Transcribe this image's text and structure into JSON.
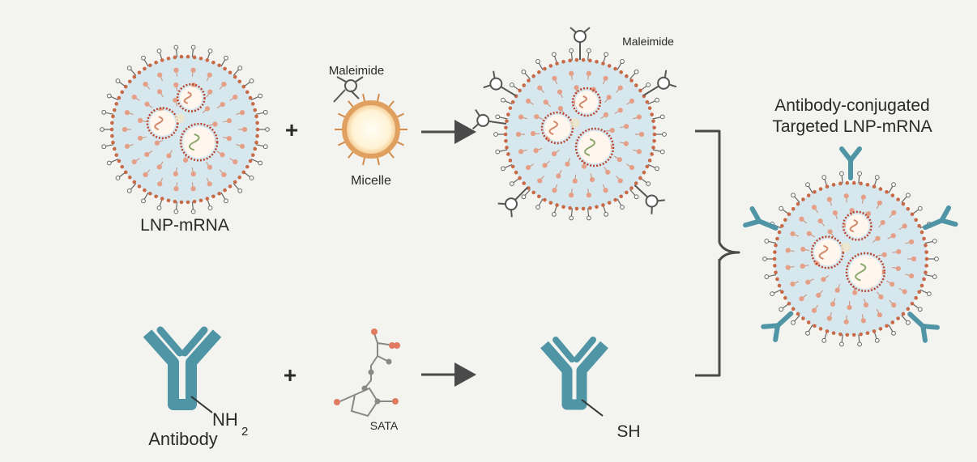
{
  "labels": {
    "lnp_mrna": "LNP-mRNA",
    "maleimide_1": "Maleimide",
    "micelle": "Micelle",
    "maleimide_2": "Maleimide",
    "product_title_line1": "Antibody-conjugated",
    "product_title_line2": "Targeted LNP-mRNA",
    "antibody": "Antibody",
    "nh": "NH",
    "nh_sub": "2",
    "sata": "SATA",
    "sh": "SH"
  },
  "operators": {
    "plus_top": "+",
    "plus_bottom": "+"
  },
  "colors": {
    "background": "#f3f3ef",
    "lnp_fill": "#d6e7ee",
    "lnp_rim": "#c86a48",
    "lipid_head": "#e59f86",
    "antibody": "#4f95a6",
    "micelle_rim": "#e0a060",
    "arrow": "#4a4a4a"
  }
}
